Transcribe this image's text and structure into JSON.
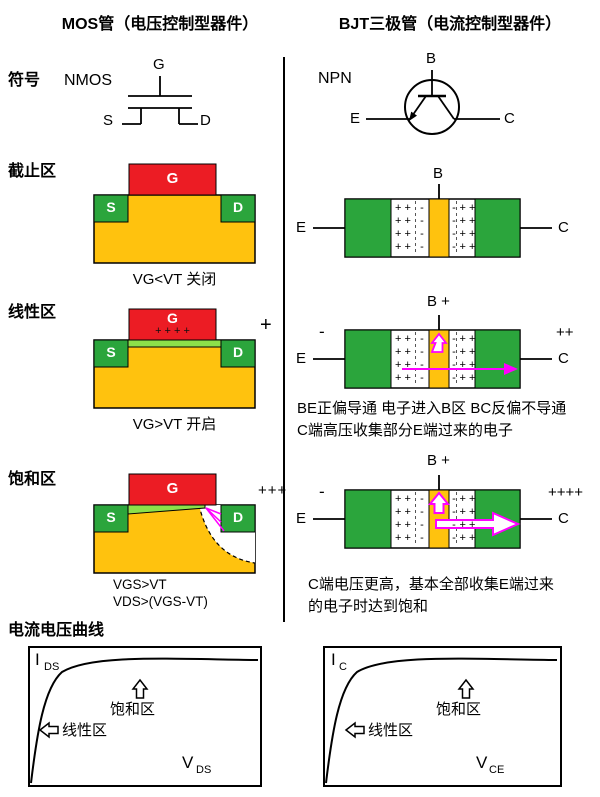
{
  "left": {
    "title": "MOS管（电压控制型器件）",
    "symbol": {
      "label": "符号",
      "type": "NMOS",
      "g": "G",
      "s": "S",
      "d": "D"
    },
    "cutoff": {
      "region": "截止区",
      "g": "G",
      "s": "S",
      "d": "D",
      "caption": "VG<VT 关闭"
    },
    "linear": {
      "region": "线性区",
      "g": "G",
      "gate_charges": "+ + + +",
      "s": "S",
      "d": "D",
      "side_charge": "+",
      "caption": "VG>VT 开启"
    },
    "saturation": {
      "region": "饱和区",
      "g": "G",
      "s": "S",
      "d": "D",
      "side_charge": "+++",
      "caption1": "VGS>VT",
      "caption2": "VDS>(VGS-VT)"
    },
    "curve_title": "电流电压曲线",
    "graph": {
      "y": "I",
      "y_sub": "DS",
      "x": "V",
      "x_sub": "DS",
      "saturation": "饱和区",
      "linear": "线性区"
    }
  },
  "right": {
    "title": "BJT三极管（电流控制型器件）",
    "symbol": {
      "type": "NPN",
      "b": "B",
      "e": "E",
      "c": "C"
    },
    "d1": {
      "b": "B",
      "e": "E",
      "c": "C",
      "eb_plus": "+ +\n+ +\n+ +\n+ +",
      "eb_minus": "-\n-\n-\n-",
      "bc_minus": "-\n-\n-\n-",
      "bc_plus": "+ +\n+ +\n+ +\n+ +"
    },
    "d2": {
      "b": "B +",
      "e": "E",
      "c": "C",
      "e_charge": "-",
      "c_charge": "++",
      "eb_plus": "+ +\n+ +\n+ +\n+ +",
      "eb_minus": "-\n-\n-\n-",
      "bc_minus": "-\n-\n-\n-",
      "bc_plus": "+ +\n+ +\n+ +\n+ +"
    },
    "caption2_line1": "BE正偏导通 电子进入B区 BC反偏不导通",
    "caption2_line2": "C端高压收集部分E端过来的电子",
    "d3": {
      "b": "B +",
      "e": "E",
      "c": "C",
      "e_charge": "-",
      "c_charge": "++++",
      "eb_plus": "+ +\n+ +\n+ +\n+ +",
      "eb_minus": "-\n-\n-\n-",
      "bc_minus": "-\n-\n-\n-",
      "bc_plus": "+ +\n+ +\n+ +\n+ +"
    },
    "caption3_line1": "C端电压更高，基本全部收集E端过来",
    "caption3_line2": "的电子时达到饱和",
    "graph": {
      "y": "I",
      "y_sub": "C",
      "x": "V",
      "x_sub": "CE",
      "saturation": "饱和区",
      "linear": "线性区"
    }
  },
  "colors": {
    "red": "#EC1C24",
    "yellow": "#FFC20E",
    "green": "#2BA53C",
    "channel_green": "#8CE04A",
    "magenta": "#FF00FF"
  }
}
